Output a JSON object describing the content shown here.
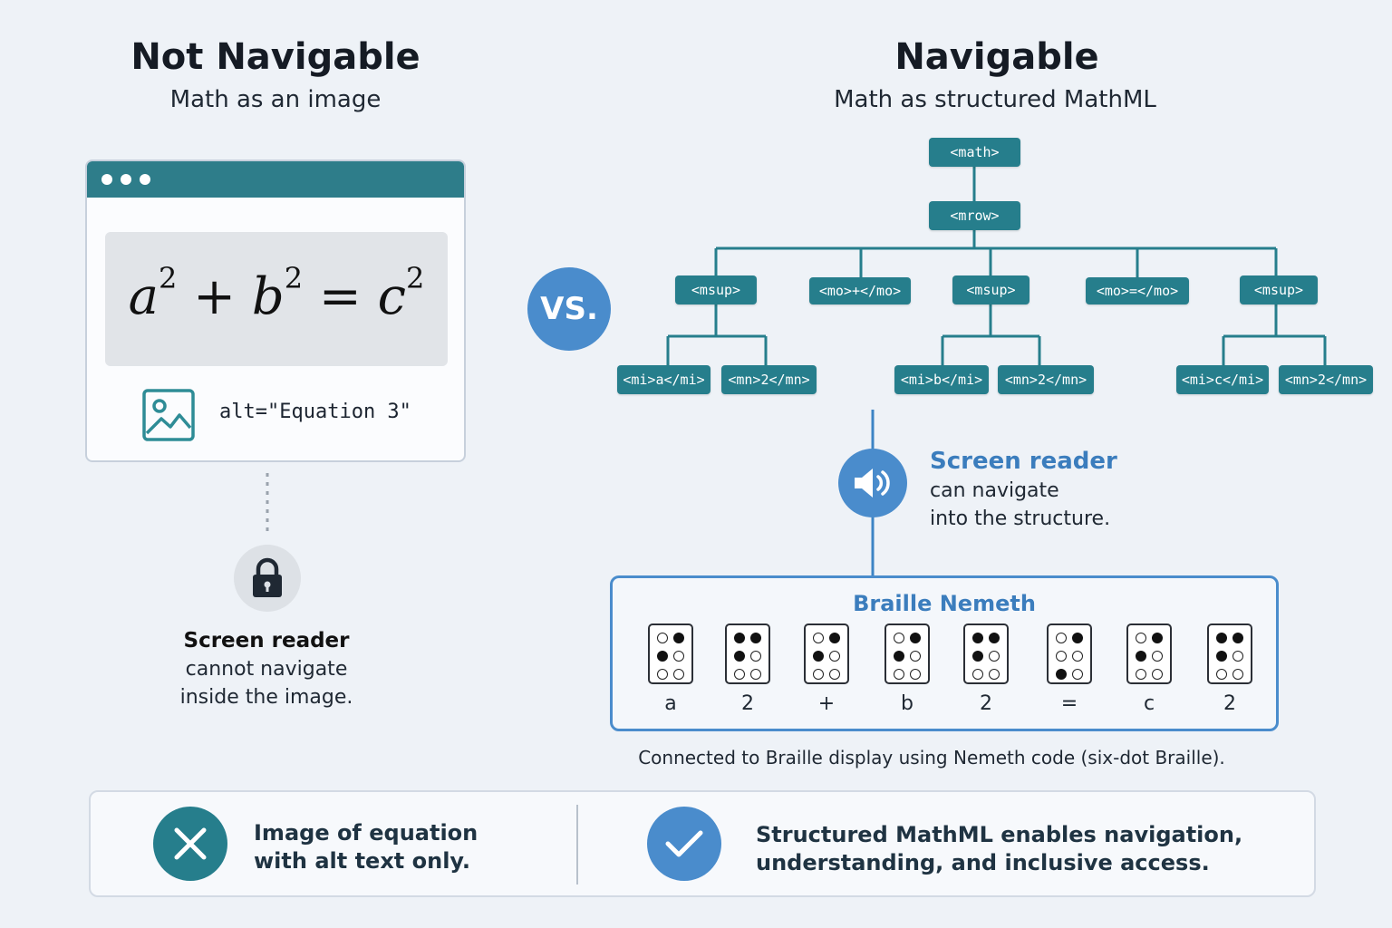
{
  "left": {
    "title": "Not Navigable",
    "subtitle": "Math as an image",
    "equation": {
      "a": "a",
      "b": "b",
      "c": "c",
      "exp": "2",
      "plus": "+",
      "equals": "="
    },
    "alt_text": "alt=\"Equation 3\"",
    "caption": {
      "bold": "Screen reader",
      "line1": "cannot navigate",
      "line2": "inside the image."
    }
  },
  "vs_label": "VS.",
  "right": {
    "title": "Navigable",
    "subtitle": "Math as structured MathML",
    "tree": {
      "root": "<math>",
      "row": "<mrow>",
      "level2": [
        "<msup>",
        "<mo>+</mo>",
        "<msup>",
        "<mo>=</mo>",
        "<msup>"
      ],
      "leaves": [
        "<mi>a</mi>",
        "<mn>2</mn>",
        "<mi>b</mi>",
        "<mn>2</mn>",
        "<mi>c</mi>",
        "<mn>2</mn>"
      ]
    },
    "screen_reader": {
      "title": "Screen reader",
      "line1": "can navigate",
      "line2": "into the structure."
    },
    "braille": {
      "title": "Braille Nemeth",
      "cells": [
        {
          "label": "a",
          "dots": [
            0,
            1,
            1,
            0,
            0,
            0
          ]
        },
        {
          "label": "2",
          "dots": [
            1,
            1,
            1,
            0,
            0,
            0
          ]
        },
        {
          "label": "+",
          "dots": [
            0,
            1,
            1,
            0,
            0,
            0
          ]
        },
        {
          "label": "b",
          "dots": [
            0,
            1,
            1,
            0,
            0,
            0
          ]
        },
        {
          "label": "2",
          "dots": [
            1,
            1,
            1,
            0,
            0,
            0
          ]
        },
        {
          "label": "=",
          "dots": [
            0,
            1,
            0,
            0,
            1,
            0
          ]
        },
        {
          "label": "c",
          "dots": [
            0,
            1,
            1,
            0,
            0,
            0
          ]
        },
        {
          "label": "2",
          "dots": [
            1,
            1,
            1,
            0,
            0,
            0
          ]
        }
      ]
    },
    "connected": "Connected to Braille display using Nemeth code (six-dot Braille)."
  },
  "bottom": {
    "left": {
      "line1": "Image of equation",
      "line2": "with alt text only."
    },
    "right": {
      "line1": "Structured MathML enables navigation,",
      "line2": "understanding, and inclusive access."
    }
  },
  "colors": {
    "teal": "#267e8c",
    "blue": "#4a8ccc",
    "heading_blue": "#3b7dbd"
  },
  "icons": [
    "image-icon",
    "lock-icon",
    "speaker-icon",
    "close-icon",
    "check-icon"
  ]
}
